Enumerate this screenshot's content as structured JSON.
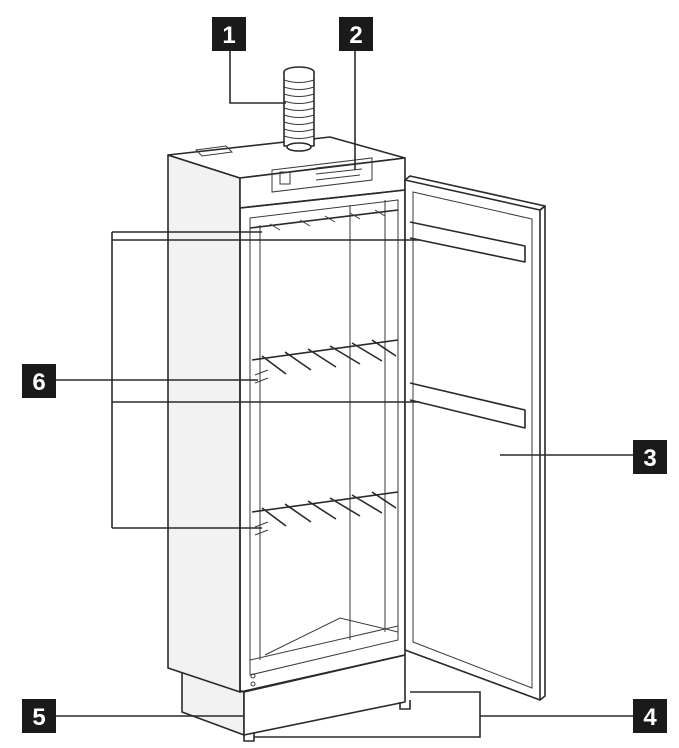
{
  "callouts": [
    {
      "id": "1",
      "label": "1"
    },
    {
      "id": "2",
      "label": "2"
    },
    {
      "id": "3",
      "label": "3"
    },
    {
      "id": "4",
      "label": "4"
    },
    {
      "id": "5",
      "label": "5"
    },
    {
      "id": "6",
      "label": "6"
    }
  ],
  "colors": {
    "ink": "#2a2a2a",
    "callout_bg": "#1a1a1a",
    "callout_fg": "#ffffff",
    "background": "#ffffff"
  }
}
